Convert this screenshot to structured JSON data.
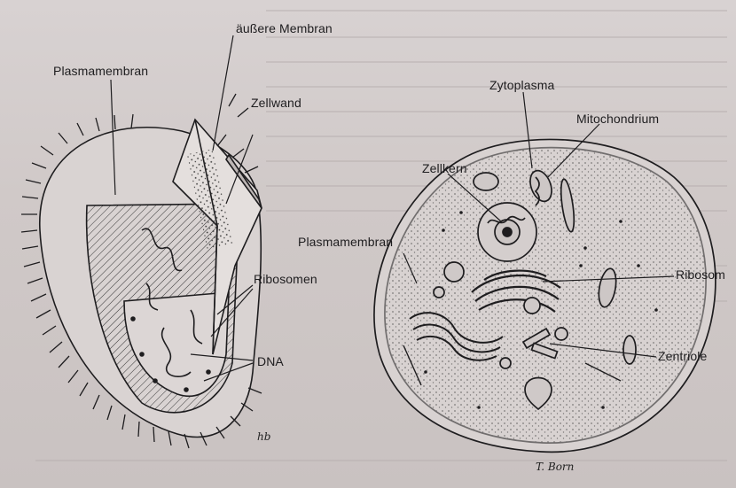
{
  "image": {
    "background_color": "#cfc8c7",
    "ink_color": "#1e1d1f"
  },
  "labels": {
    "aeussere_membran": "äußere Membran",
    "plasmamembran_left": "Plasmamembran",
    "zellwand": "Zellwand",
    "ribosomen_left": "Ribosomen",
    "dna": "DNA",
    "zytoplasma": "Zytoplasma",
    "mitochondrium": "Mitochondrium",
    "zellkern": "Zellkern",
    "plasmamembran_right": "Plasmamembran",
    "ribosomen_right": "Ribosom",
    "zentriole": "Zentriole"
  },
  "signatures": {
    "left": "hb",
    "right": "T. Born"
  }
}
